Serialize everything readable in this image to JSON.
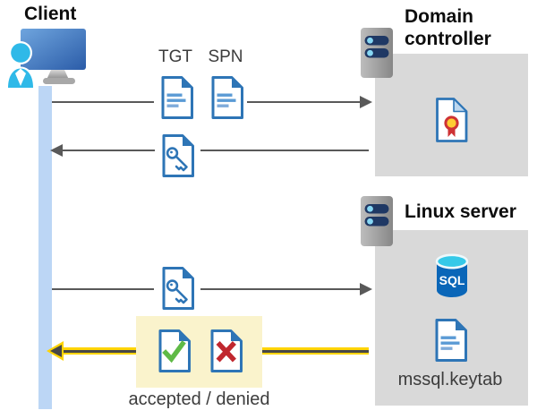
{
  "client": {
    "title": "Client"
  },
  "domain_controller": {
    "title": "Domain controller"
  },
  "linux_server": {
    "title": "Linux server",
    "sql_badge": "SQL",
    "keytab_label": "mssql.keytab"
  },
  "flow": {
    "request_labels": {
      "tgt": "TGT",
      "spn": "SPN"
    },
    "result_label": "accepted / denied"
  },
  "icons": {
    "client": "user-at-monitor-icon",
    "domain_controller": "server-icon",
    "linux_server": "server-icon",
    "tgt_document": "document-icon",
    "spn_document": "document-icon",
    "ticket_document": "key-document-icon",
    "certificate": "certificate-document-icon",
    "sql_database": "sql-database-icon",
    "accepted_document": "check-document-icon",
    "denied_document": "x-document-icon",
    "keytab_document": "document-icon"
  },
  "colors": {
    "doc_border_blue": "#2E75B6",
    "doc_line_blue": "#5B9BD5",
    "lifeline_blue": "#BCD6F5",
    "panel_gray": "#D9D9D9",
    "highlight_yellow": "#FAF3CC",
    "arrow_gray": "#595959",
    "accent_yellow": "#FFD400",
    "check_green": "#5FBA46",
    "deny_red": "#C0272E",
    "sql_blue": "#0A66B8",
    "person_cyan": "#2FB9E8",
    "server_pill_navy": "#1F3864"
  }
}
